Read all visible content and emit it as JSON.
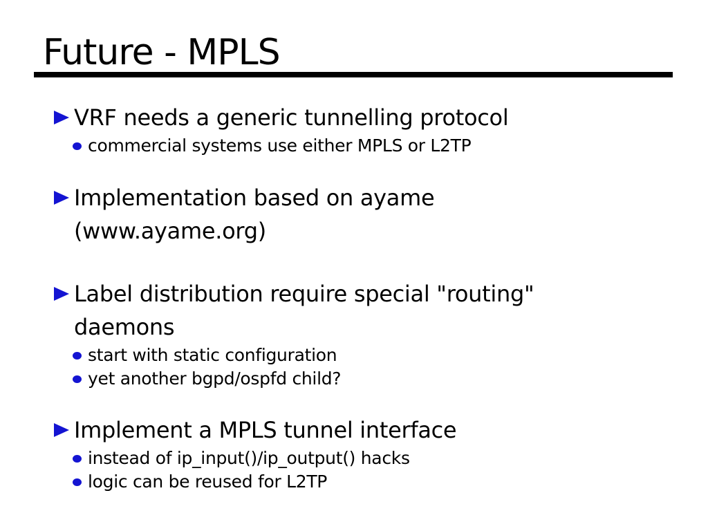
{
  "slide": {
    "title": "Future - MPLS",
    "colors": {
      "bullet": "#1414d2",
      "text": "#000000",
      "rule": "#000000",
      "background": "#ffffff"
    },
    "icons": {
      "bullet_level1": "triangle-right-icon",
      "bullet_level2": "dot-icon"
    },
    "blocks": [
      {
        "lines": [
          "VRF needs a generic tunnelling protocol"
        ],
        "subs": [
          "commercial systems use either MPLS or L2TP"
        ]
      },
      {
        "lines": [
          "Implementation based on ayame",
          "(www.ayame.org)"
        ],
        "subs": []
      },
      {
        "lines": [
          "Label distribution require special \"routing\"",
          "daemons"
        ],
        "subs": [
          "start with static configuration",
          "yet another bgpd/ospfd child?"
        ]
      },
      {
        "lines": [
          "Implement a MPLS tunnel interface"
        ],
        "subs": [
          "instead of ip_input()/ip_output() hacks",
          "logic can be reused for L2TP"
        ]
      }
    ]
  }
}
